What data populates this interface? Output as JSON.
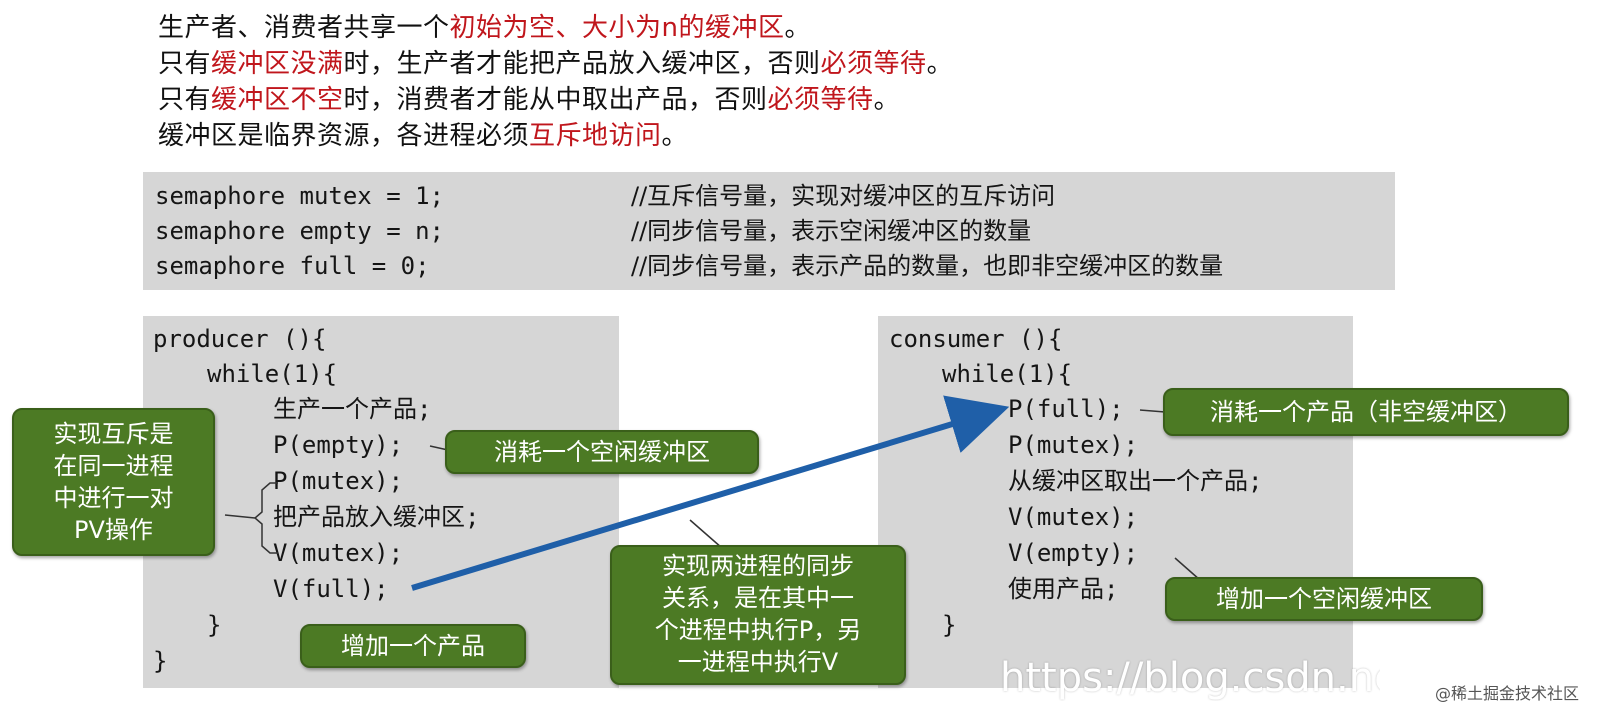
{
  "intro": [
    [
      {
        "t": "生产者、消费者共享一个"
      },
      {
        "t": "初始为空、大小为n的缓冲区",
        "hl": true
      },
      {
        "t": "。"
      }
    ],
    [
      {
        "t": "只有"
      },
      {
        "t": "缓冲区没满",
        "hl": true
      },
      {
        "t": "时，生产者才能把产品放入缓冲区，否则"
      },
      {
        "t": "必须等待",
        "hl": true
      },
      {
        "t": "。"
      }
    ],
    [
      {
        "t": "只有"
      },
      {
        "t": "缓冲区不空",
        "hl": true
      },
      {
        "t": "时，消费者才能从中取出产品，否则"
      },
      {
        "t": "必须等待",
        "hl": true
      },
      {
        "t": "。"
      }
    ],
    [
      {
        "t": "缓冲区是临界资源，各进程必须"
      },
      {
        "t": "互斥地访问",
        "hl": true
      },
      {
        "t": "。"
      }
    ]
  ],
  "declarations": [
    {
      "code": "semaphore mutex = 1;",
      "comment": "//互斥信号量，实现对缓冲区的互斥访问"
    },
    {
      "code": "semaphore empty = n;",
      "comment": "//同步信号量，表示空闲缓冲区的数量"
    },
    {
      "code": "semaphore full = 0;",
      "comment": "//同步信号量，表示产品的数量，也即非空缓冲区的数量"
    }
  ],
  "producer": {
    "header": "producer (){",
    "while": "while(1){",
    "lines": [
      "生产一个产品;",
      "P(empty);",
      "P(mutex);",
      "把产品放入缓冲区;",
      "V(mutex);",
      "V(full);"
    ],
    "close_inner": "}",
    "close_outer": "}"
  },
  "consumer": {
    "header": "consumer (){",
    "while": "while(1){",
    "lines": [
      "P(full);",
      "P(mutex);",
      "从缓冲区取出一个产品;",
      "V(mutex);",
      "V(empty);",
      "使用产品;"
    ],
    "close_inner": "}"
  },
  "callouts": {
    "mutex_pair": [
      "实现互斥是",
      "在同一进程",
      "中进行一对",
      "PV操作"
    ],
    "consume_empty": "消耗一个空闲缓冲区",
    "add_product": "增加一个产品",
    "sync": [
      "实现两进程的同步",
      "关系，是在其中一",
      "个进程中执行P，另",
      "一进程中执行V"
    ],
    "consume_full": "消耗一个产品（非空缓冲区）",
    "add_empty": "增加一个空闲缓冲区"
  },
  "watermark": {
    "url": "https://blog.csdn.net/qq",
    "site": "@稀土掘金技术社区"
  },
  "colors": {
    "highlight": "#c0161c",
    "callout": "#4c7a24",
    "arrow": "#1f5fa8",
    "codebox": "#d6d6d6"
  }
}
